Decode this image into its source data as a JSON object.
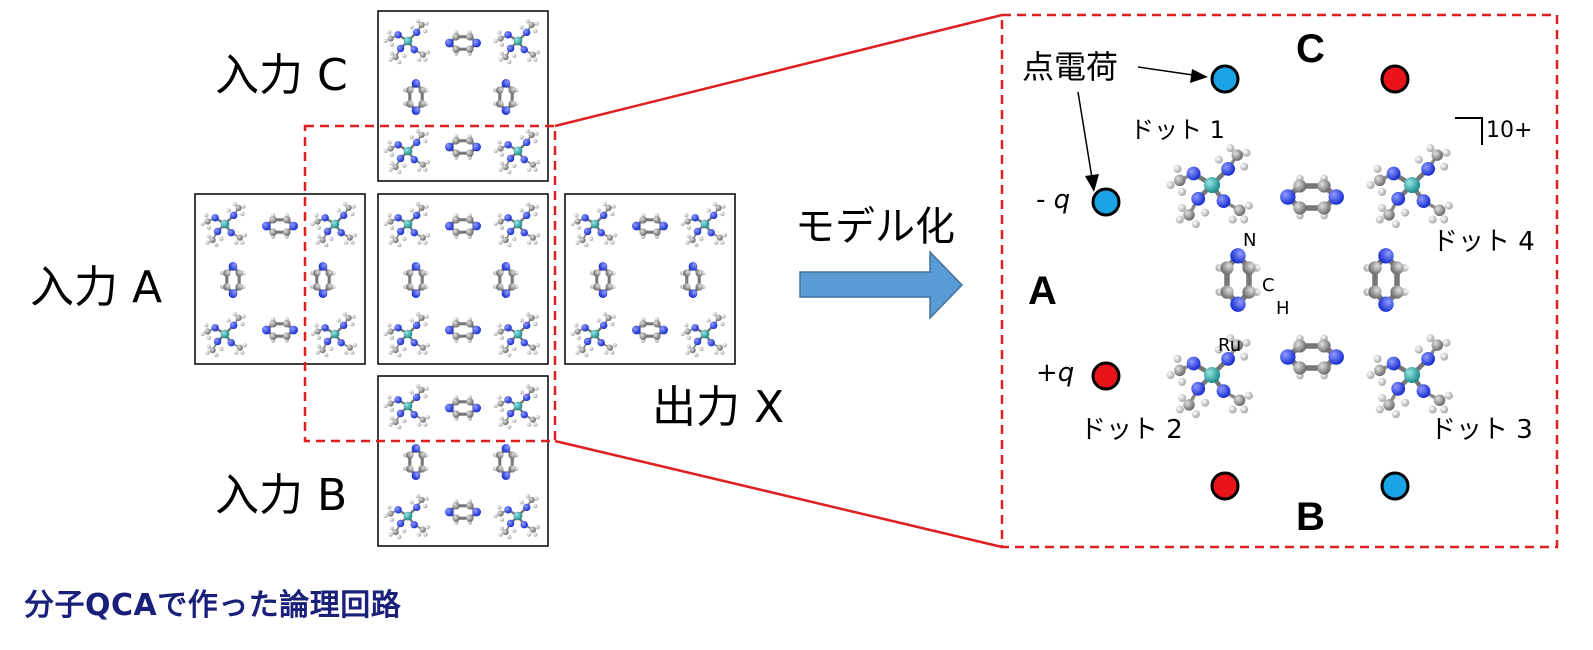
{
  "labels": {
    "input_c": "入力 C",
    "input_a": "入力 A",
    "input_b": "入力 B",
    "output_x": "出力 X",
    "model_arrow": "モデル化",
    "point_charge": "点電荷",
    "dot1": "ドット 1",
    "dot2": "ドット 2",
    "dot3": "ドット 3",
    "dot4": "ドット 4",
    "minus_q": "- q",
    "plus_q": "+q",
    "side_a": "A",
    "side_b": "B",
    "side_c": "C",
    "charge_state": "10+",
    "atom_n": "N",
    "atom_c": "C",
    "atom_h": "H",
    "atom_ru": "Ru"
  },
  "caption": "分子QCAで作った論理回路",
  "colors": {
    "accent_red": "#e02020",
    "cyan_charge": "#1aa3e6",
    "red_charge": "#e8141a",
    "arrow_fill": "#5b9bd5",
    "caption": "#1a1f7a",
    "nitrogen": "#1a2fd0",
    "carbon": "#8a8a8a",
    "hydrogen": "#e6e6e6",
    "ruthenium": "#2ba6a6"
  }
}
